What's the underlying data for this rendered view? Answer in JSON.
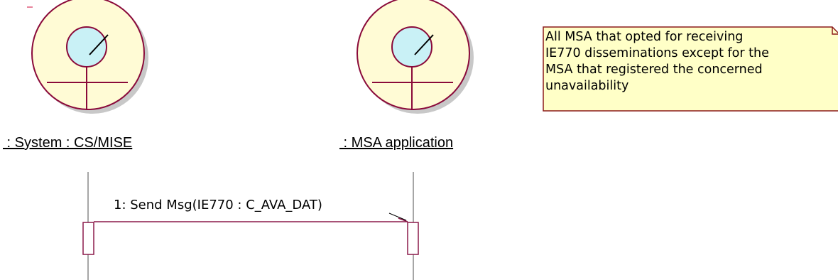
{
  "actors": [
    {
      "label": " : System : CS/MISE"
    },
    {
      "label": " : MSA application"
    }
  ],
  "messages": [
    {
      "label": "1: Send Msg(IE770 : C_AVA_DAT)"
    }
  ],
  "note": {
    "lines": [
      "All MSA that opted for receiving",
      "IE770 disseminations except for the",
      "MSA that registered the concerned",
      "unavailability"
    ]
  },
  "colors": {
    "actor_fill": "#fffbd5",
    "actor_stroke": "#8a0a3a",
    "actor_shadow": "#c8c8c8",
    "head_fill": "#c9f1f6",
    "note_fill": "#ffffc7",
    "note_stroke": "#8c1a1a",
    "lifeline": "#888888",
    "message_line": "#8c1a4a"
  },
  "icons": {
    "actor": "business-actor-icon",
    "note": "note-icon"
  }
}
